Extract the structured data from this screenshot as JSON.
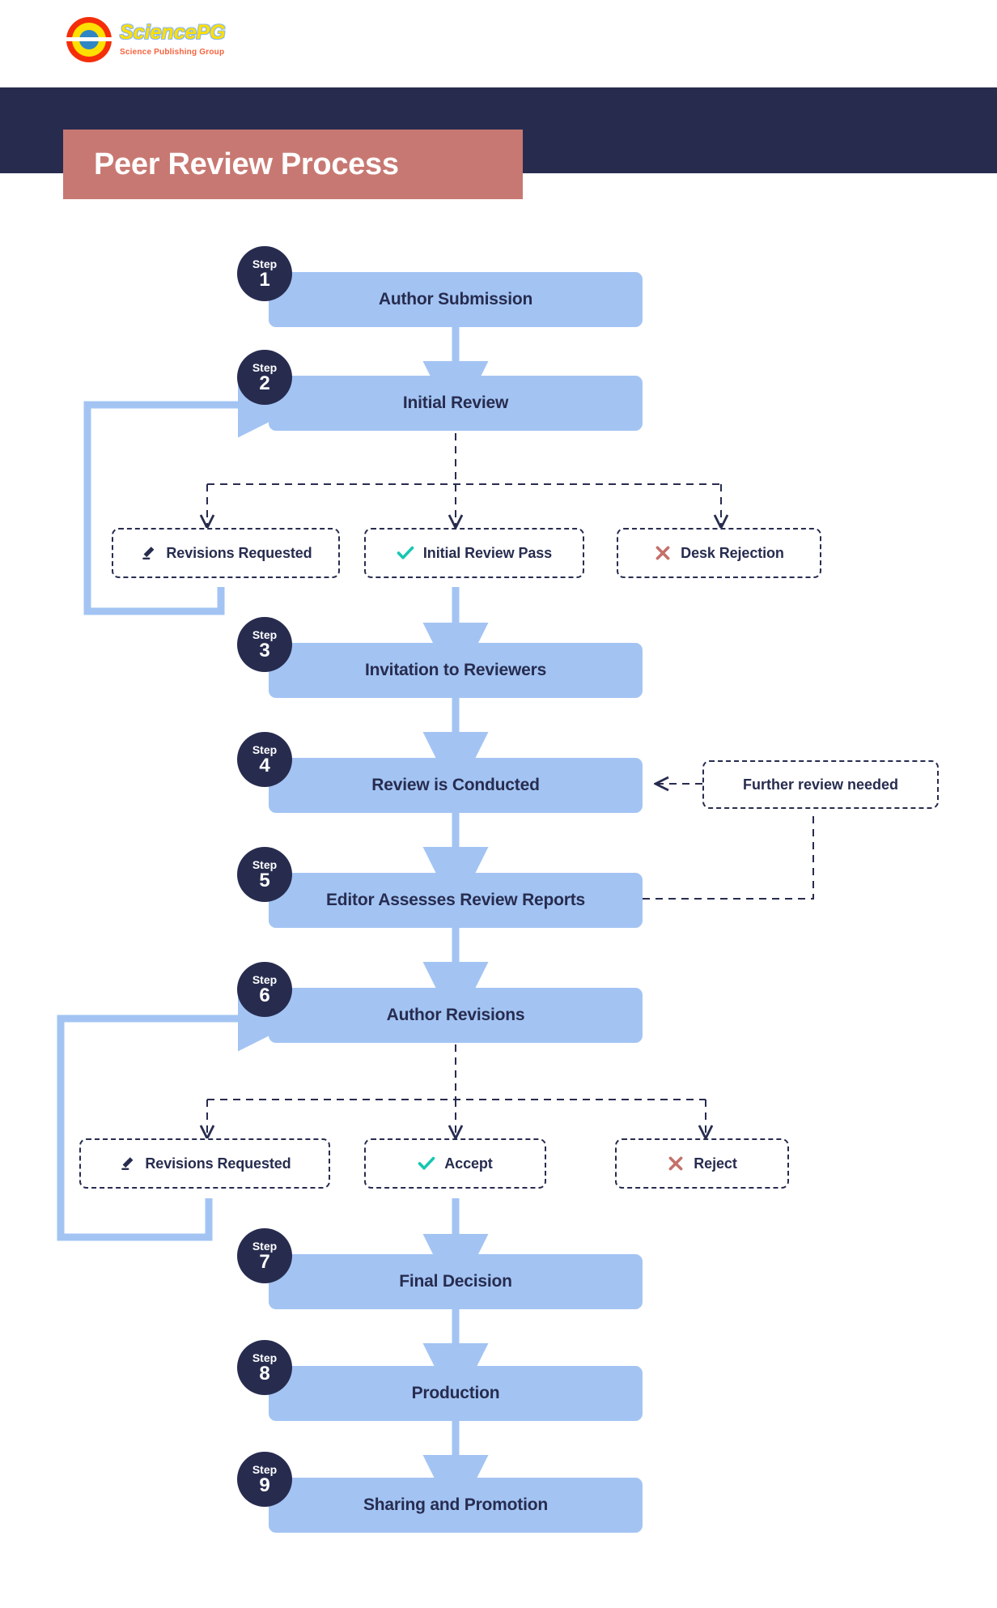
{
  "brand": {
    "name": "SciencePG",
    "tagline": "Science Publishing Group",
    "logo_icon": "sciencepg-logo-icon",
    "colors": {
      "logo_outer": "#f52d0a",
      "logo_mid": "#ffe000",
      "logo_core": "#2f86c5",
      "tagline": "#f5623c"
    }
  },
  "header": {
    "title": "Peer Review Process",
    "band_color": "#272c4f",
    "plate_color": "#c87872",
    "title_color": "#ffffff"
  },
  "theme": {
    "navy": "#272c4f",
    "step_blue": "#a3c4f3",
    "arrow_blue": "#a3c4f3",
    "accept_green": "#16c7b0",
    "reject_red": "#c4706a",
    "white": "#ffffff"
  },
  "flow": {
    "step_word": "Step",
    "steps": [
      {
        "number": "1",
        "label": "Author Submission"
      },
      {
        "number": "2",
        "label": "Initial Review"
      },
      {
        "number": "3",
        "label": "Invitation to Reviewers"
      },
      {
        "number": "4",
        "label": "Review is Conducted"
      },
      {
        "number": "5",
        "label": "Editor Assesses Review Reports"
      },
      {
        "number": "6",
        "label": "Author Revisions"
      },
      {
        "number": "7",
        "label": "Final Decision"
      },
      {
        "number": "8",
        "label": "Production"
      },
      {
        "number": "9",
        "label": "Sharing and Promotion"
      }
    ],
    "decision_row_1": [
      {
        "label": "Revisions Requested",
        "icon": "pencil-icon",
        "icon_color": "#272c4f"
      },
      {
        "label": "Initial Review Pass",
        "icon": "check-icon",
        "icon_color": "#16c7b0"
      },
      {
        "label": "Desk Rejection",
        "icon": "cross-icon",
        "icon_color": "#c4706a"
      }
    ],
    "decision_row_2": [
      {
        "label": "Revisions Requested",
        "icon": "pencil-icon",
        "icon_color": "#272c4f"
      },
      {
        "label": "Accept",
        "icon": "check-icon",
        "icon_color": "#16c7b0"
      },
      {
        "label": "Reject",
        "icon": "cross-icon",
        "icon_color": "#c4706a"
      }
    ],
    "notes": [
      {
        "label": "Further review needed"
      }
    ]
  }
}
